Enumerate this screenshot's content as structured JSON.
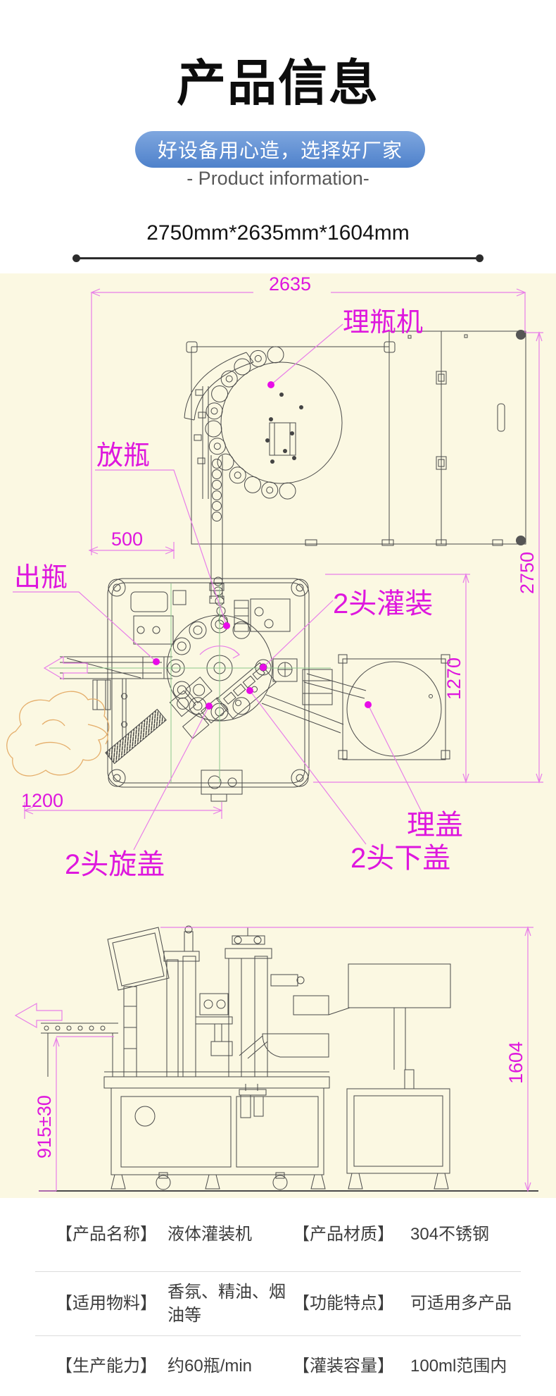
{
  "header": {
    "title": "产品信息",
    "banner": "好设备用心造，选择好厂家",
    "subtitle": "- Product information-",
    "overall_dimensions": "2750mm*2635mm*1604mm"
  },
  "drawing": {
    "background_color": "#fbf8e2",
    "annotation_color": "#de17de",
    "line_color": "#4a4a4a",
    "top_view": {
      "labels": {
        "bottle_unscrambler": "理瓶机",
        "bottle_place": "放瓶",
        "bottle_out": "出瓶",
        "two_head_filling": "2头灌装",
        "cap_sorting": "理盖",
        "two_head_cap_drop": "2头下盖",
        "two_head_cap_screw": "2头旋盖"
      },
      "dimensions": {
        "width": "2635",
        "depth": "2750",
        "inner_depth": "1270",
        "left_offset": "500",
        "bottom_width": "1200"
      }
    },
    "side_view": {
      "dimensions": {
        "height": "1604",
        "conveyor_height": "915±30"
      }
    }
  },
  "specs": {
    "rows": [
      {
        "label1": "【产品名称】",
        "value1": "液体灌装机",
        "label2": "【产品材质】",
        "value2": "304不锈钢"
      },
      {
        "label1": "【适用物料】",
        "value1": "香氛、精油、烟油等",
        "label2": "【功能特点】",
        "value2": "可适用多产品"
      },
      {
        "label1": "【生产能力】",
        "value1": "约60瓶/min",
        "label2": "【灌装容量】",
        "value2": "100ml范围内"
      }
    ]
  }
}
